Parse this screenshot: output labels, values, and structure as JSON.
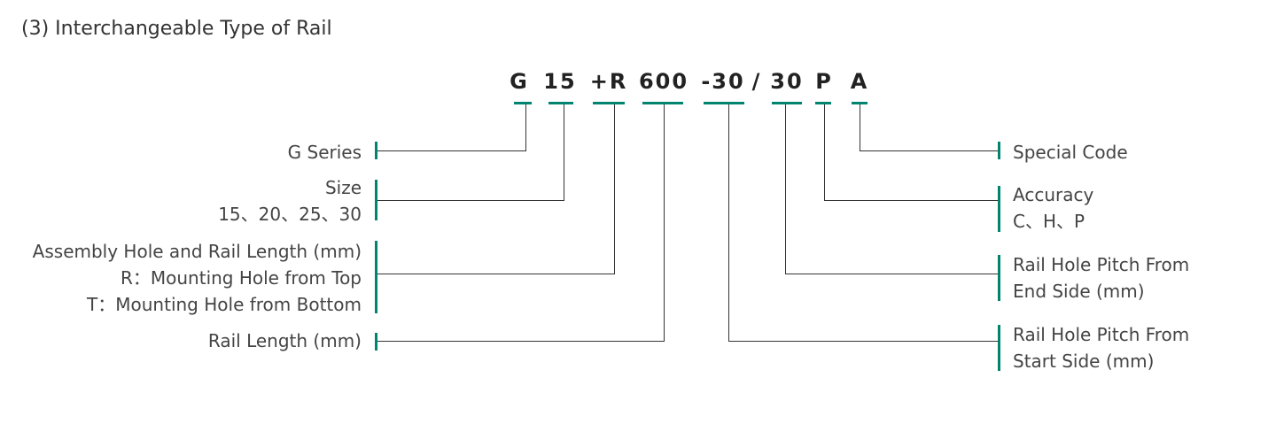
{
  "title": "(3) Interchangeable Type of Rail",
  "colors": {
    "accent": "#008470",
    "line": "#333333",
    "text": "#444444"
  },
  "code_segments": [
    "G",
    "15",
    "+R",
    "600",
    "-30",
    "/",
    "30",
    "P",
    "A"
  ],
  "left_labels": [
    {
      "lines": [
        "G Series"
      ]
    },
    {
      "lines": [
        "Size",
        "15、20、25、30"
      ]
    },
    {
      "lines": [
        "Assembly Hole and Rail Length (mm)",
        "R：Mounting Hole from Top",
        "T：Mounting Hole from Bottom"
      ]
    },
    {
      "lines": [
        "Rail Length (mm)"
      ]
    }
  ],
  "right_labels": [
    {
      "lines": [
        "Special Code"
      ]
    },
    {
      "lines": [
        "Accuracy",
        "C、H、P"
      ]
    },
    {
      "lines": [
        "Rail Hole Pitch From",
        "End Side (mm)"
      ]
    },
    {
      "lines": [
        "Rail Hole Pitch From",
        "Start Side (mm)"
      ]
    }
  ]
}
